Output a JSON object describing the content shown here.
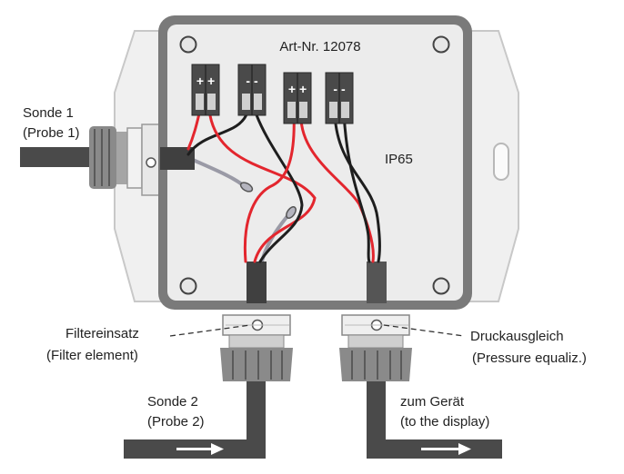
{
  "box": {
    "article_number": "Art-Nr. 12078",
    "protection_rating": "IP65"
  },
  "terminals": [
    {
      "id": "t1",
      "polarity": "+ +"
    },
    {
      "id": "t2",
      "polarity": "- -"
    },
    {
      "id": "t3",
      "polarity": "+ +"
    },
    {
      "id": "t4",
      "polarity": "- -"
    }
  ],
  "labels": {
    "probe1_de": "Sonde 1",
    "probe1_en": "(Probe 1)",
    "filter_de": "Filtereinsatz",
    "filter_en": "(Filter element)",
    "pressure_de": "Druckausgleich",
    "pressure_en": "(Pressure equaliz.)",
    "probe2_de": "Sonde 2",
    "probe2_en": "(Probe 2)",
    "display_de": "zum Gerät",
    "display_en": "(to the display)"
  },
  "colors": {
    "enclosure": "#7a7a7a",
    "panel": "#ececec",
    "wire_red": "#e3262e",
    "wire_black": "#1e1e1e",
    "wire_gray": "#9a9aa6",
    "cable": "#4a4a4a",
    "flange": "#efefef"
  }
}
